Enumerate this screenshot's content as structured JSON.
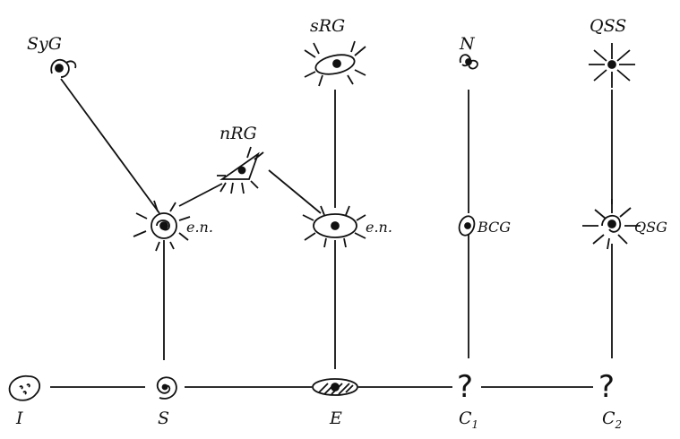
{
  "labels": {
    "syg": "SyG",
    "srg": "sRG",
    "n": "N",
    "qss": "QSS",
    "nrg": "nRG",
    "en_s": "e.n.",
    "en_e": "e.n.",
    "bcg": "BCG",
    "qsg": "QSG",
    "i": "I",
    "s": "S",
    "e": "E",
    "c1_main": "C",
    "c1_sub": "1",
    "c2_main": "C",
    "c2_sub": "2",
    "q1": "?",
    "q2": "?"
  }
}
